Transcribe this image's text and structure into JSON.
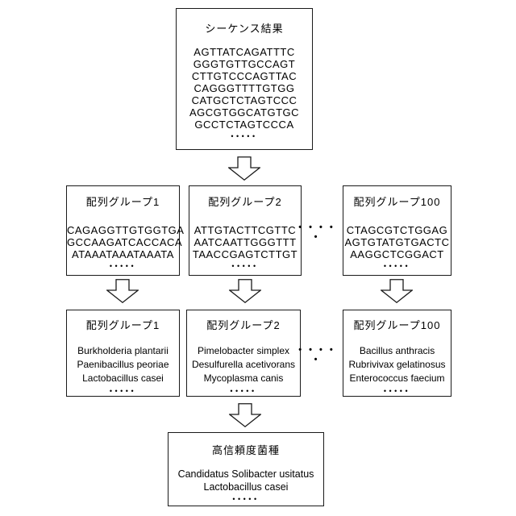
{
  "diagram": {
    "sequence_results": {
      "title": "シーケンス結果",
      "lines": [
        "AGTTATCAGATTTC",
        "GGGTGTTGCCAGT",
        "CTTGTCCCAGTTAC",
        "CAGGGTTTTGTGG",
        "CATGCTCTAGTCCC",
        "AGCGTGGCATGTGC",
        "GCCTCTAGTCCCA"
      ],
      "dots": "•••••"
    },
    "sequence_groups": [
      {
        "title": "配列グループ1",
        "lines": [
          "CAGAGGTTGTGGTGA",
          "GCCAAGATCACCACA",
          "ATAAATAAATAAATA"
        ],
        "dots": "•••••"
      },
      {
        "title": "配列グループ2",
        "lines": [
          "ATTGTACTTCGTTC",
          "AATCAATTGGGTTT",
          "TAACCGAGTCTTGT"
        ],
        "dots": "•••••"
      },
      {
        "title": "配列グループ100",
        "lines": [
          "CTAGCGTCTGGAG",
          "AGTGTATGTGACTC",
          "AAGGCTCGGACT"
        ],
        "dots": "•••••"
      }
    ],
    "species_groups": [
      {
        "title": "配列グループ1",
        "lines": [
          "Burkholderia plantarii",
          "Paenibacillus peoriae",
          "Lactobacillus casei"
        ],
        "dots": "•••••"
      },
      {
        "title": "配列グループ2",
        "lines": [
          "Pimelobacter simplex",
          "Desulfurella acetivorans",
          "Mycoplasma canis"
        ],
        "dots": "•••••"
      },
      {
        "title": "配列グループ100",
        "lines": [
          "Bacillus anthracis",
          "Rubrivivax gelatinosus",
          "Enterococcus faecium"
        ],
        "dots": "•••••"
      }
    ],
    "high_confidence": {
      "title": "高信頼度菌種",
      "lines": [
        "Candidatus Solibacter usitatus",
        "Lactobacillus casei"
      ],
      "dots": "•••••"
    },
    "row_ellipsis_top": "• • • • •",
    "row_ellipsis_bottom": "• • • • •",
    "colors": {
      "border": "#1a1a1a",
      "background": "#ffffff",
      "text": "#000000"
    }
  }
}
